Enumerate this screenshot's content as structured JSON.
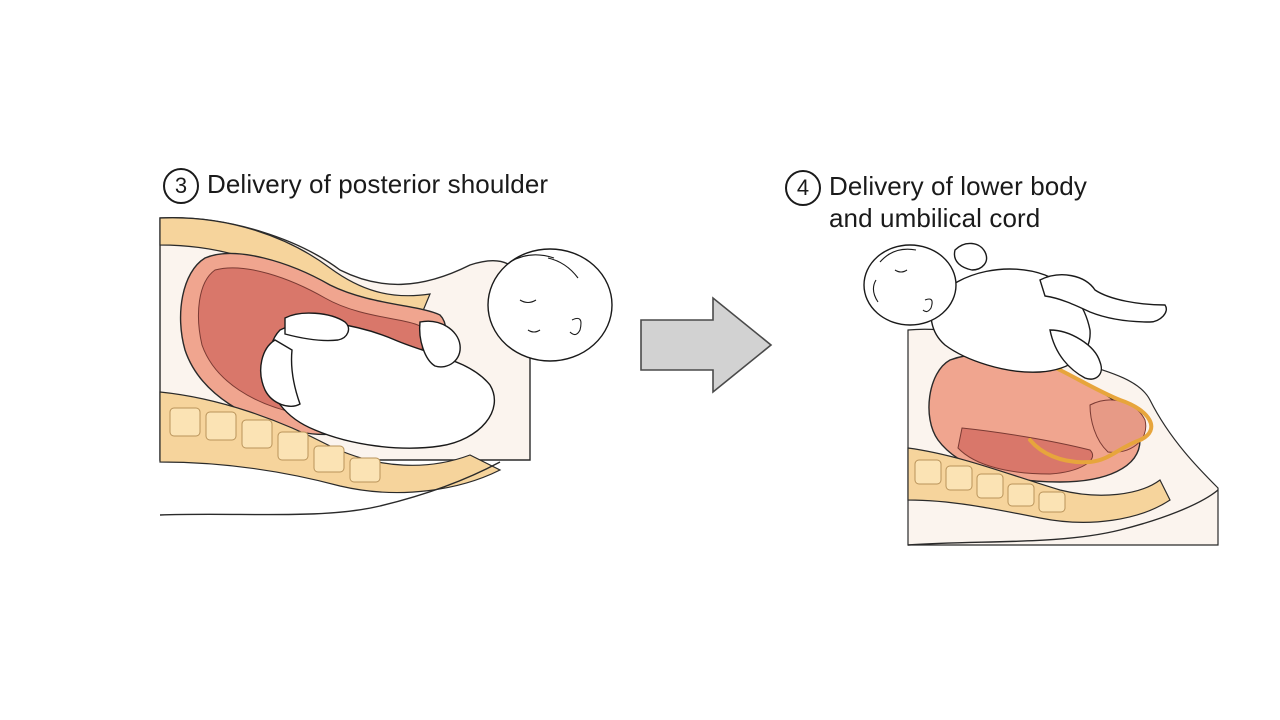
{
  "steps": [
    {
      "number": "3",
      "title_lines": [
        "Delivery of posterior shoulder"
      ]
    },
    {
      "number": "4",
      "title_lines": [
        "Delivery of lower body",
        "and umbilical cord"
      ]
    }
  ],
  "colors": {
    "uterus_outer": "#f0a58f",
    "uterus_inner": "#d9776a",
    "spine_fill": "#f6d49c",
    "vertebra": "#fbe3b4",
    "skin_outline": "#ece4dd",
    "umbilical_cord": "#e7a53c",
    "arrow_fill": "#d2d2d2",
    "arrow_stroke": "#4a4a4a"
  }
}
